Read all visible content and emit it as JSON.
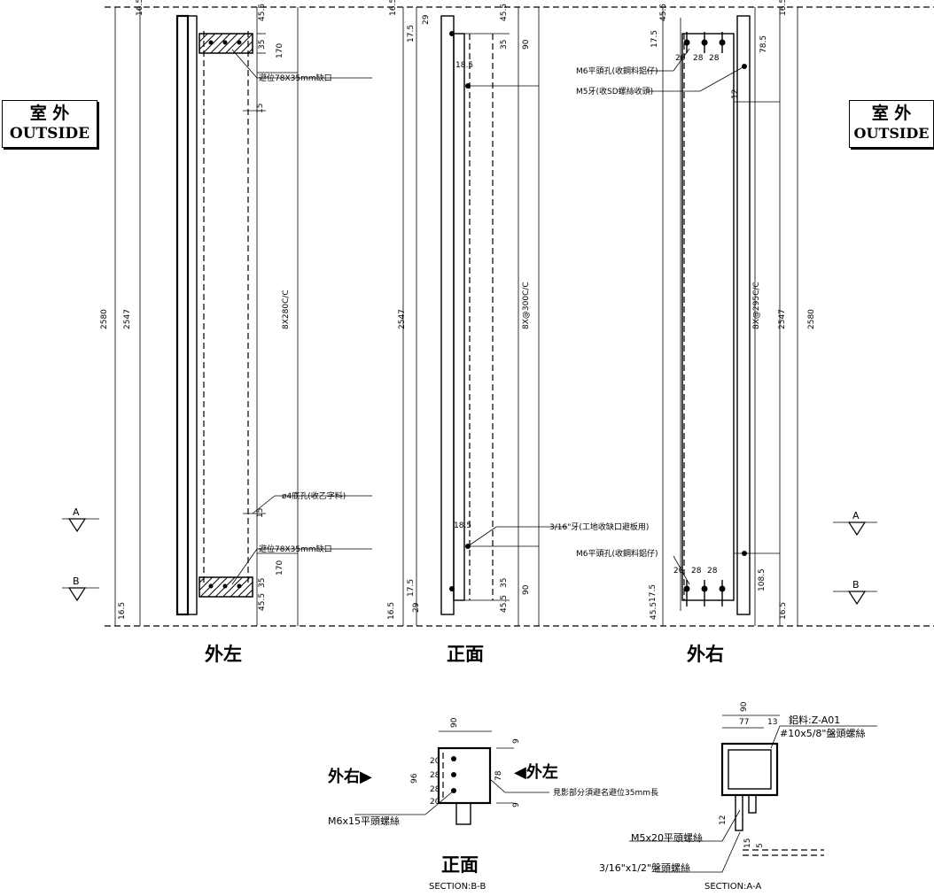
{
  "side_labels": {
    "cn": "室 外",
    "en": "OUTSIDE"
  },
  "views": {
    "left": "外左",
    "front": "正面",
    "right": "外右"
  },
  "section_marks": {
    "a": "A",
    "b": "B"
  },
  "dims": {
    "d16_5": "16.5",
    "d45_5": "45.5",
    "d35": "35",
    "d170": "170",
    "d2580": "2580",
    "d2547": "2547",
    "d15": "15",
    "d8x280": "8X280C/C",
    "d29": "29",
    "d17_5": "17.5",
    "d90": "90",
    "d18_5": "18.5",
    "d8x300": "8X@300C/C",
    "d20": "20",
    "d28": "28",
    "d78_5": "78.5",
    "d12": "12",
    "d8x295": "8X@295C/C",
    "d108_5": "108.5",
    "d96": "96",
    "d78": "78",
    "d9": "9",
    "d77": "77",
    "d13": "13",
    "d5": "5"
  },
  "notes": {
    "cutout": "避位78X35mm缺口",
    "hole4": "ø4底孔(收乙字料)",
    "m6top": "M6平頭孔(收鋼料鋁仔)",
    "m5": "M5牙(收SD螺絲收頭)",
    "screw316": "3/16\"牙(工地收缺口避板用)",
    "m6bottom": "M6平頭孔(收鋼料鋁仔)",
    "bb_arrow_right": "外右▶",
    "bb_arrow_left": "◀外左",
    "bb_m6x15": "M6x15平頭螺絲",
    "bb_note": "見影部分須避名避位35mm長",
    "aa_part": "鋁料:Z-A01",
    "aa_screw": "#10x5/8\"盤頭螺絲",
    "aa_m5": "M5x20平頭螺絲",
    "aa_316": "3/16\"x1/2\"盤頭螺絲"
  },
  "section_titles": {
    "bb_cn": "正面",
    "bb_en": "SECTION:B-B",
    "aa_en": "SECTION:A-A"
  }
}
